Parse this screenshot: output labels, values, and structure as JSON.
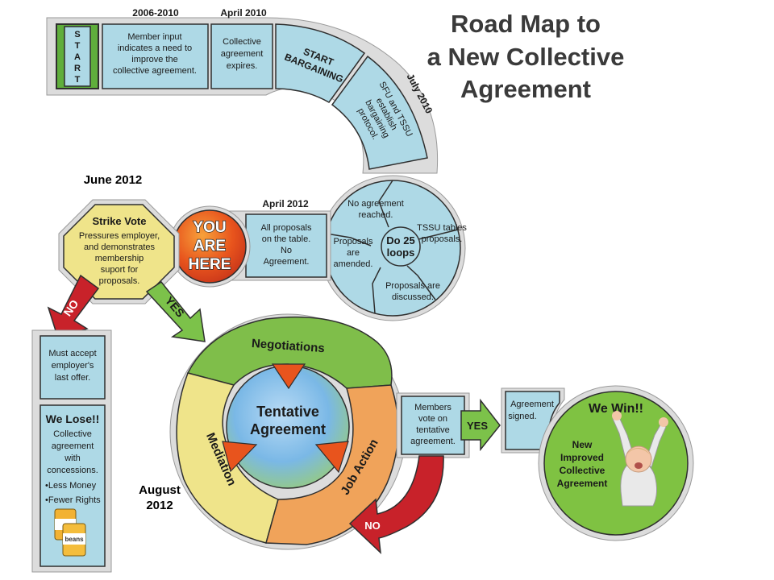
{
  "title": [
    "Road Map to",
    "a New Collective",
    "Agreement"
  ],
  "start_label": [
    "S",
    "T",
    "A",
    "R",
    "T"
  ],
  "dates": {
    "d2006": "2006-2010",
    "april2010": "April 2010",
    "july2010": "July 2010",
    "april2012": "April 2012",
    "june2012": "June 2012",
    "august2012": [
      "August",
      "2012"
    ]
  },
  "boxes": {
    "member_input": [
      "Member input",
      "indicates a need to",
      "improve the",
      "collective agreement."
    ],
    "expires": [
      "Collective",
      "agreement",
      "expires."
    ],
    "start_bargaining": [
      "START",
      "BARGAINING"
    ],
    "protocol": [
      "SFU and TSSU",
      "establish",
      "bargaining",
      "protocol."
    ],
    "all_proposals": [
      "All proposals",
      "on the table.",
      "No",
      "Agreement."
    ],
    "must_accept": [
      "Must accept",
      "employer's",
      "last offer."
    ],
    "we_lose_title": "We Lose!!",
    "we_lose_body": [
      "Collective",
      "agreement",
      "with",
      "concessions."
    ],
    "we_lose_bullets": [
      "•Less Money",
      "•Fewer Rights"
    ],
    "members_vote": [
      "Members",
      "vote on",
      "tentative",
      "agreement."
    ],
    "agreement_signed": [
      "Agreement",
      "signed."
    ]
  },
  "loops": {
    "center": [
      "Do 25",
      "loops"
    ],
    "no_agreement": [
      "No agreement",
      "reached."
    ],
    "tssu_tables": [
      "TSSU tables",
      "proposals."
    ],
    "discussed": [
      "Proposals are",
      "discussed."
    ],
    "amended": [
      "Proposals",
      "are",
      "amended."
    ]
  },
  "strike_vote": {
    "title": "Strike Vote",
    "body": [
      "Pressures employer,",
      "and demonstrates",
      "membership",
      "suport for",
      "proposals."
    ]
  },
  "you_are_here": [
    "YOU",
    "ARE",
    "HERE"
  ],
  "cycle": {
    "center": [
      "Tentative",
      "Agreement"
    ],
    "negotiations": "Negotiations",
    "mediation": "Mediation",
    "job_action": "Job Action"
  },
  "arrows": {
    "no": "NO",
    "yes": "YES"
  },
  "we_win": {
    "title": "We Win!!",
    "body": [
      "New",
      "Improved",
      "Collective",
      "Agreement"
    ]
  },
  "can_label": "beans",
  "colors": {
    "box_fill": "#aed9e6",
    "box_stroke": "#3b3b3b",
    "start_green": "#5fae3c",
    "strike_yellow": "#efe48a",
    "here_orange": "#e8541d",
    "negotiations_green": "#7fbe4a",
    "mediation_yellow": "#efe48a",
    "job_action_orange": "#f0a35a",
    "center_blue": "#7ab8e6",
    "arrow_red": "#c8222a",
    "arrow_green": "#7cc24a",
    "win_green": "#7fc242"
  }
}
